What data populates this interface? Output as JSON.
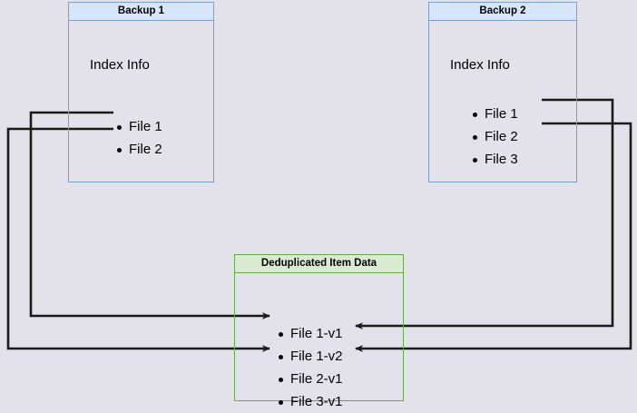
{
  "diagram": {
    "title": "Backup deduplication index diagram",
    "background_color": "#e3e1ea",
    "edge_color": "#1a1a1a",
    "nodes": {
      "backup1": {
        "header": "Backup 1",
        "body_title": "Index Info",
        "header_fill": "#d7e6fa",
        "border_color": "#7a9fcd",
        "files": [
          "File 1",
          "File 2"
        ]
      },
      "backup2": {
        "header": "Backup 2",
        "body_title": "Index Info",
        "header_fill": "#d7e6fa",
        "border_color": "#7a9fcd",
        "files": [
          "File 1",
          "File 2",
          "File 3"
        ]
      },
      "dedup": {
        "header": "Deduplicated Item Data",
        "header_fill": "#d9ead3",
        "border_color": "#6aa84f",
        "files": [
          "File 1-v1",
          "File 1-v2",
          "File 2-v1",
          "File 3-v1"
        ]
      }
    },
    "edges": [
      {
        "name": "backup1-file1-to-file1v1",
        "from": "Backup 1 / File 1",
        "to": "Deduplicated Item Data / File 1-v1"
      },
      {
        "name": "backup1-file2-to-file2v1",
        "from": "Backup 1 / File 2",
        "to": "Deduplicated Item Data / File 2-v1"
      },
      {
        "name": "backup2-file1-to-file1v2",
        "from": "Backup 2 / File 1",
        "to": "Deduplicated Item Data / File 1-v2"
      },
      {
        "name": "backup2-file2-to-file2v1",
        "from": "Backup 2 / File 2",
        "to": "Deduplicated Item Data / File 2-v1"
      }
    ]
  }
}
